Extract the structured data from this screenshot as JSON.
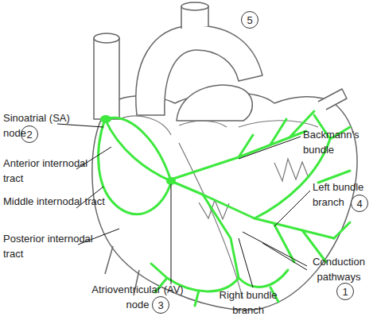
{
  "diagram": {
    "nodes": [
      {
        "text": [
          "5"
        ]
      },
      {
        "text": [
          "2"
        ]
      },
      {
        "text": [
          "4"
        ]
      },
      {
        "text": [
          "1"
        ]
      },
      {
        "text": [
          "3"
        ]
      }
    ],
    "labels": [
      "Sinoatrial (SA) node",
      "Anterior internodal tract",
      "Middle internodal tract",
      "Posterior internodal tract",
      "Backmann's bundle",
      "Left bundle branch",
      "Conduction pathways",
      "Atrioventricular (AV) node",
      "Right bundle branch"
    ]
  }
}
